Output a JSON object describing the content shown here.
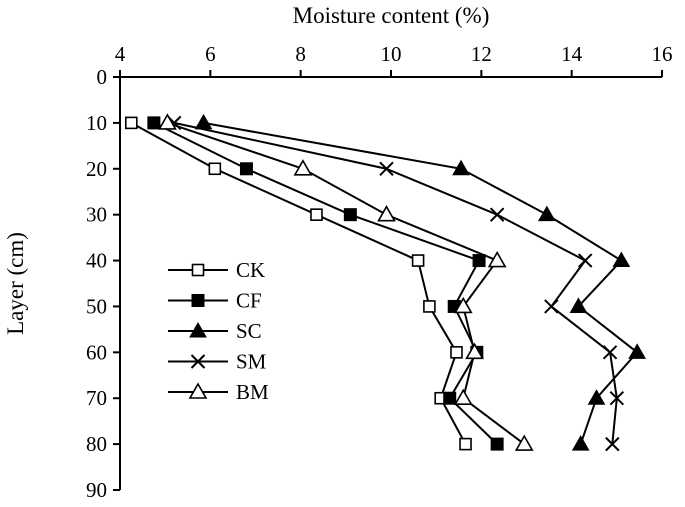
{
  "chart_data": {
    "type": "line",
    "xlabel": "Moisture content (%)",
    "ylabel": "Layer (cm)",
    "xlim": [
      4,
      16
    ],
    "ylim": [
      0,
      90
    ],
    "x_ticks": [
      "4",
      "6",
      "8",
      "10",
      "12",
      "14",
      "16"
    ],
    "y_ticks": [
      "0",
      "10",
      "20",
      "30",
      "40",
      "50",
      "60",
      "70",
      "80",
      "90"
    ],
    "x_axis_position": "top",
    "y_inverted": true,
    "grid": false,
    "legend_position": "left-middle",
    "layers": [
      10,
      20,
      30,
      40,
      50,
      60,
      70,
      80
    ],
    "series": [
      {
        "name": "CK",
        "marker": "open-square",
        "x": [
          4.25,
          6.1,
          8.35,
          10.6,
          10.85,
          11.45,
          11.1,
          11.65
        ]
      },
      {
        "name": "CF",
        "marker": "filled-square",
        "x": [
          4.75,
          6.8,
          9.1,
          11.95,
          11.4,
          11.9,
          11.3,
          12.35
        ]
      },
      {
        "name": "SC",
        "marker": "filled-triangle",
        "x": [
          5.85,
          11.55,
          13.45,
          15.1,
          14.15,
          15.45,
          14.55,
          14.2
        ]
      },
      {
        "name": "SM",
        "marker": "cross",
        "x": [
          5.2,
          9.9,
          12.35,
          14.3,
          13.55,
          14.85,
          15.0,
          14.9
        ]
      },
      {
        "name": "BM",
        "marker": "open-triangle",
        "x": [
          5.05,
          8.05,
          9.9,
          12.35,
          11.6,
          11.85,
          11.6,
          12.95
        ]
      }
    ]
  }
}
